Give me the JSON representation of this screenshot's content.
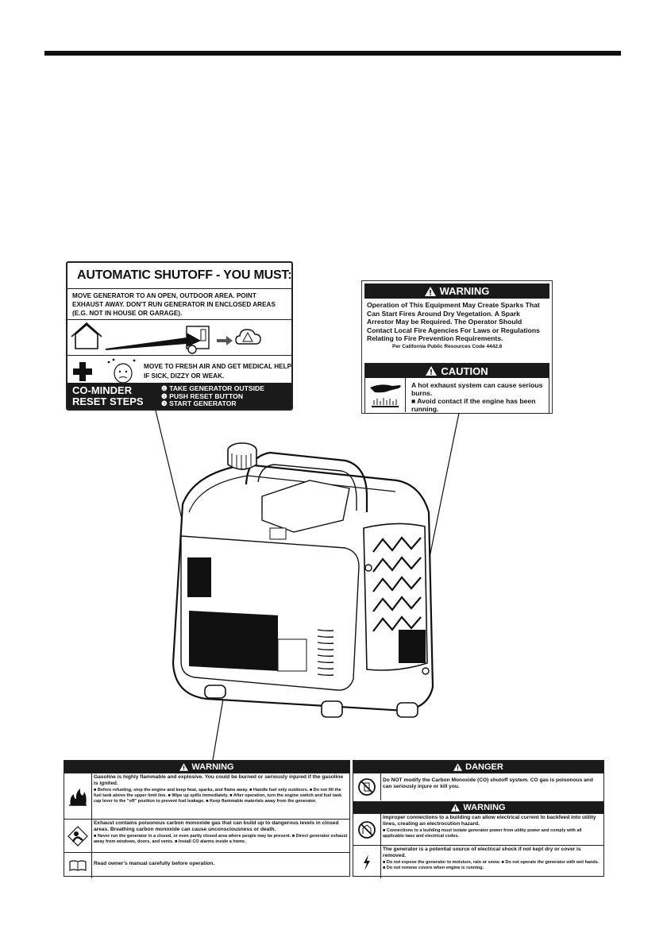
{
  "shutoff_label": {
    "title": "AUTOMATIC SHUTOFF - YOU MUST:",
    "move_text": "MOVE GENERATOR TO AN OPEN, OUTDOOR AREA. POINT EXHAUST AWAY. DON'T RUN GENERATOR IN ENCLOSED AREAS (E.G. NOT IN HOUSE OR GARAGE).",
    "medical_text": "MOVE TO FRESH AIR AND GET MEDICAL HELP IF SICK, DIZZY OR WEAK.",
    "reset_title_1": "CO-MINDER",
    "reset_title_2": "RESET STEPS",
    "steps": [
      "❶ TAKE GENERATOR OUTSIDE",
      "❷ PUSH RESET BUTTON",
      "❸ START GENERATOR"
    ]
  },
  "spark_label": {
    "warning_title": "WARNING",
    "warning_text": "Operation of This Equipment May Create Sparks That Can Start Fires Around Dry Vegetation. A Spark Arrestor May be Required. The Operator Should Contact Local Fire Agencies For Laws or Regulations Relating to Fire Prevention Requirements.",
    "per_text": "Per  California  Public  Resources  Code  4442.6",
    "caution_title": "CAUTION",
    "caution_text_1": "A hot exhaust system can cause serious burns.",
    "caution_text_2": "■ Avoid contact if the engine has been running."
  },
  "bottom_left": {
    "warning_title": "WARNING",
    "fire_main": "Gasoline is highly flammable and explosive. You could be burned or seriously injured if the gasoline is ignited.",
    "fire_detail": "■ Before refueling, stop the engine and keep heat, sparks, and flame away.  ■ Handle fuel only outdoors.  ■ Do not fill the fuel tank above the upper limit line.  ■ Wipe up spills immediately.  ■ After operation, turn the engine switch and fuel tank cap lever to the \"off\" position to prevent fuel leakage.  ■ Keep flammable materials away from the generator.",
    "co_main": "Exhaust contains poisonous carbon monoxide gas that can build up to dangerous levels in closed areas. Breathing carbon monoxide can cause unconsciousness or death.",
    "co_detail": "■ Never run the generator in a closed, or even partly closed area where people may be present.  ■ Direct generator exhaust away from windows, doors, and vents.  ■ Install CO alarms inside a home.",
    "manual_text": "Read owner's manual carefully before operation."
  },
  "bottom_right": {
    "danger_title": "DANGER",
    "danger_text": "Do NOT modify the Carbon Monoxide (CO) shutoff system. CO gas is poisonous and can seriously injure or kill you.",
    "warning_title": "WARNING",
    "conn_main": "Improper connections to a building can allow electrical current to backfeed into utility lines, creating an electrocution hazard.",
    "conn_detail": "■ Connections to a building must isolate generator power from utility power and comply with all applicable laws and electrical codes.",
    "shock_main": "The generator is a potential source of electrical shock if not kept dry or cover is removed.",
    "shock_detail": "■ Do not expose the generator to moisture, rain or snow.  ■ Do not operate the generator with wet hands.  ■ Do not remove covers when engine is running."
  }
}
